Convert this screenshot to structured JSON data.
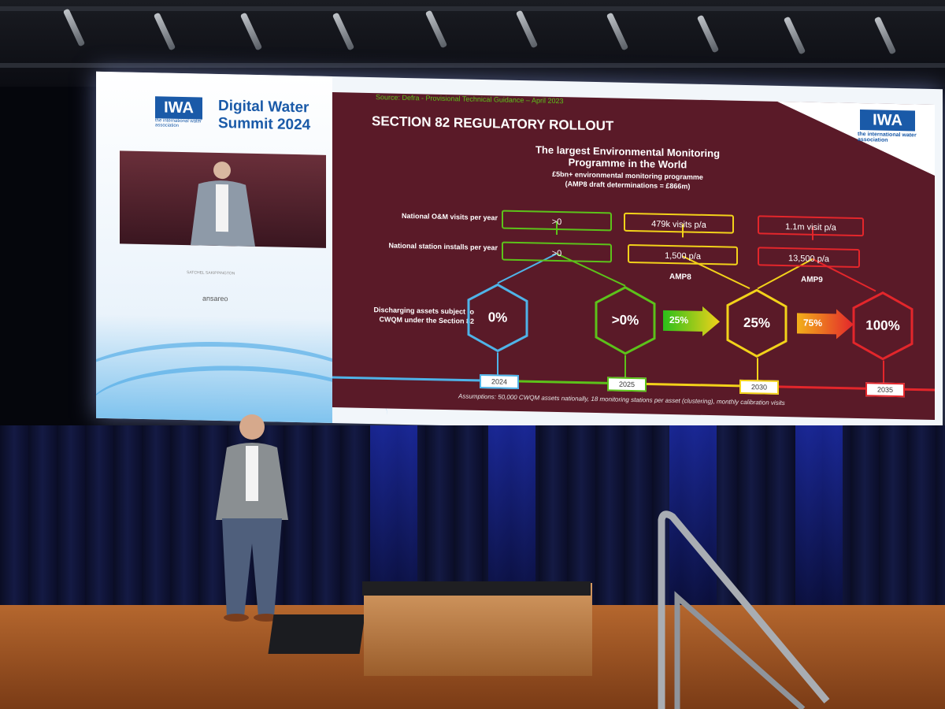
{
  "left_panel": {
    "logo_text": "IWA",
    "logo_sub": "the international water association",
    "event_title_line1": "Digital Water",
    "event_title_line2": "Summit 2024",
    "speaker_caption": "SATCHEL SAKIPPINGTON",
    "sponsor": "ansareo"
  },
  "slide": {
    "source": "Source: Defra - Provisional Technical Guidance – April 2023",
    "title": "SECTION 82  REGULATORY ROLLOUT",
    "logo_text": "IWA",
    "logo_sub": "the international water association",
    "headline_line1": "The largest Environmental Monitoring",
    "headline_line2": "Programme in the World",
    "subhead_line1": "£5bn+ environmental monitoring programme",
    "subhead_line2": "(AMP8 draft determinations = £866m)",
    "row_visits_label": "National O&M visits per year",
    "row_installs_label": "National station installs per year",
    "row_assets_label_line1": "Discharging assets subject to",
    "row_assets_label_line2": "CWQM under the Section 82",
    "visits": [
      ">0",
      "479k visits p/a",
      "1.1m visit p/a"
    ],
    "installs": [
      ">0",
      "1,500 p/a",
      "13,500 p/a"
    ],
    "amp8": "AMP8",
    "amp9": "AMP9",
    "hexes": [
      "0%",
      ">0%",
      "25%",
      "100%"
    ],
    "arrows": [
      "25%",
      "75%"
    ],
    "years": [
      "2024",
      "2025",
      "2030",
      "2035"
    ],
    "footnote": "Assumptions: 50,000 CWQM assets nationally, 18 monitoring stations per asset (clustering), monthly calibration visits",
    "colors": {
      "green": "#5cc21a",
      "yellow": "#f2d21a",
      "red": "#e3262b",
      "blue": "#4fb3e8",
      "background": "#5a1a28"
    }
  }
}
